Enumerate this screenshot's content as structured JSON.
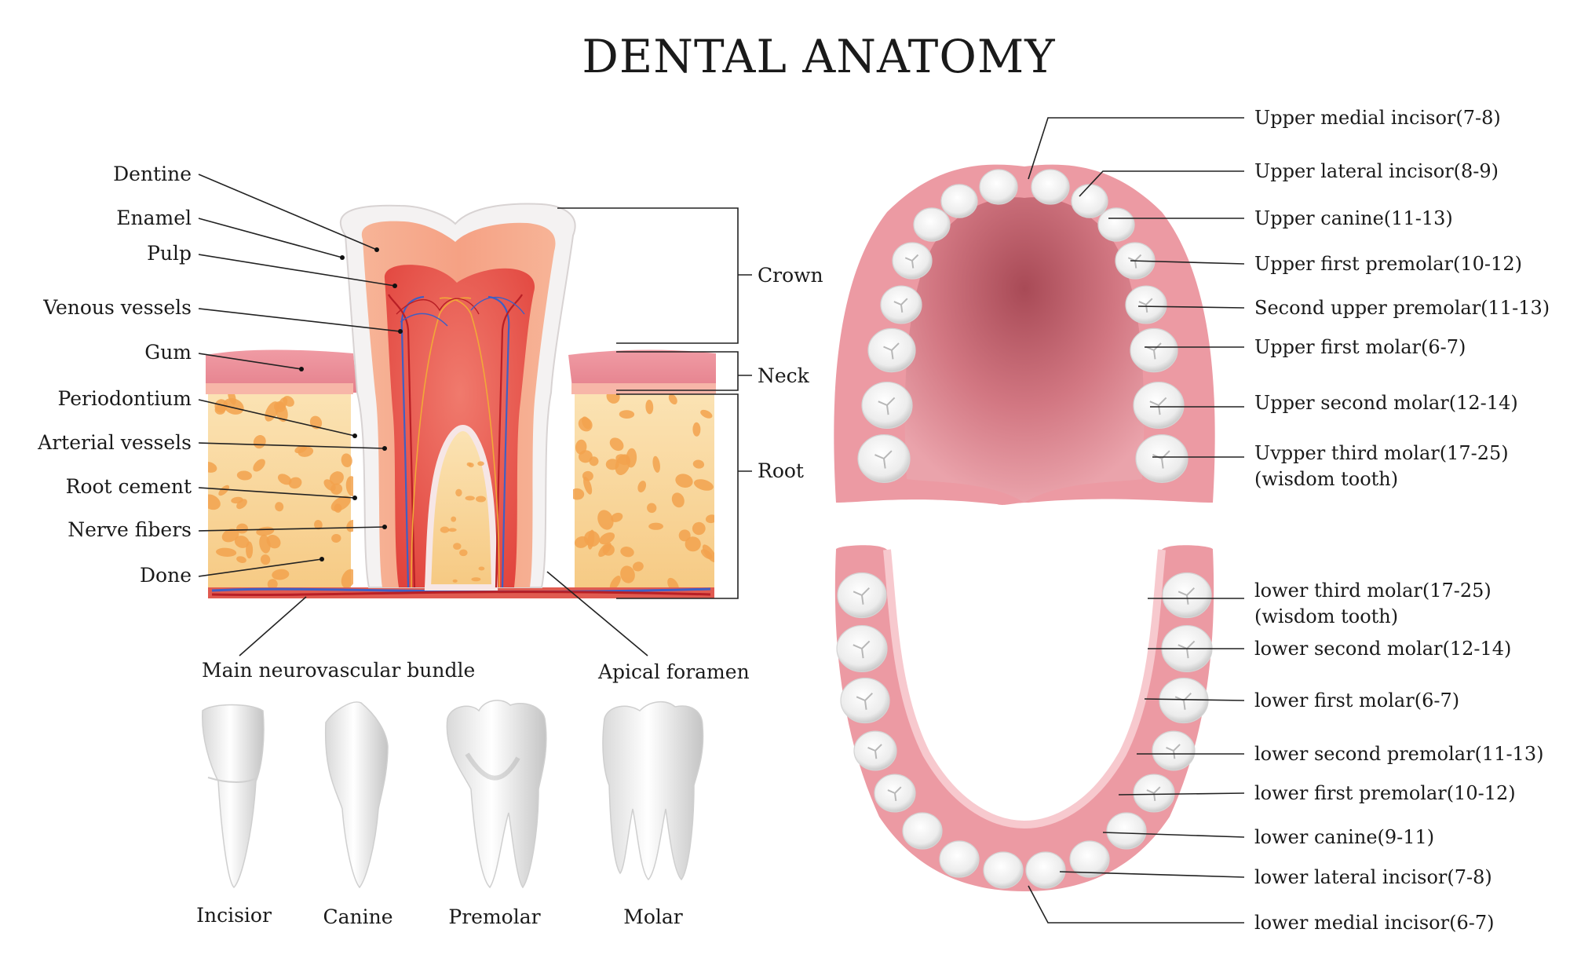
{
  "title": "DENTAL ANATOMY",
  "cross_section": {
    "labels": {
      "dentine": "Dentine",
      "enamel": "Enamel",
      "pulp": "Pulp",
      "venous": "Venous vessels",
      "gum": "Gum",
      "periodontium": "Periodontium",
      "arterial": "Arterial vessels",
      "root_cement": "Root cement",
      "nerve": "Nerve fibers",
      "done": "Done",
      "bundle": "Main neurovascular bundle",
      "apical": "Apical foramen"
    },
    "zones": {
      "crown": "Crown",
      "neck": "Neck",
      "root": "Root"
    }
  },
  "tooth_types": [
    "Incisior",
    "Canine",
    "Premolar",
    "Molar"
  ],
  "upper_teeth": [
    "Upper medial incisor(7-8)",
    "Upper lateral incisor(8-9)",
    "Upper canine(11-13)",
    "Upper first premolar(10-12)",
    "Second upper premolar(11-13)",
    "Upper first molar(6-7)",
    "Upper second molar(12-14)",
    "Uvpper third molar(17-25)",
    "(wisdom tooth)"
  ],
  "lower_teeth": [
    "lower third molar(17-25)",
    "(wisdom tooth)",
    "lower second molar(12-14)",
    "lower first molar(6-7)",
    "lower second premolar(11-13)",
    "lower first premolar(10-12)",
    "lower canine(9-11)",
    "lower lateral incisor(7-8)",
    "lower medial incisor(6-7)"
  ],
  "colors": {
    "enamel": "#f4f4f4",
    "dentine": "#f6a07e",
    "pulp": "#e8463f",
    "gum": "#e58a94",
    "bone": "#f8d79a",
    "bone_spot": "#f2a24e",
    "palate": "#c9656f"
  }
}
